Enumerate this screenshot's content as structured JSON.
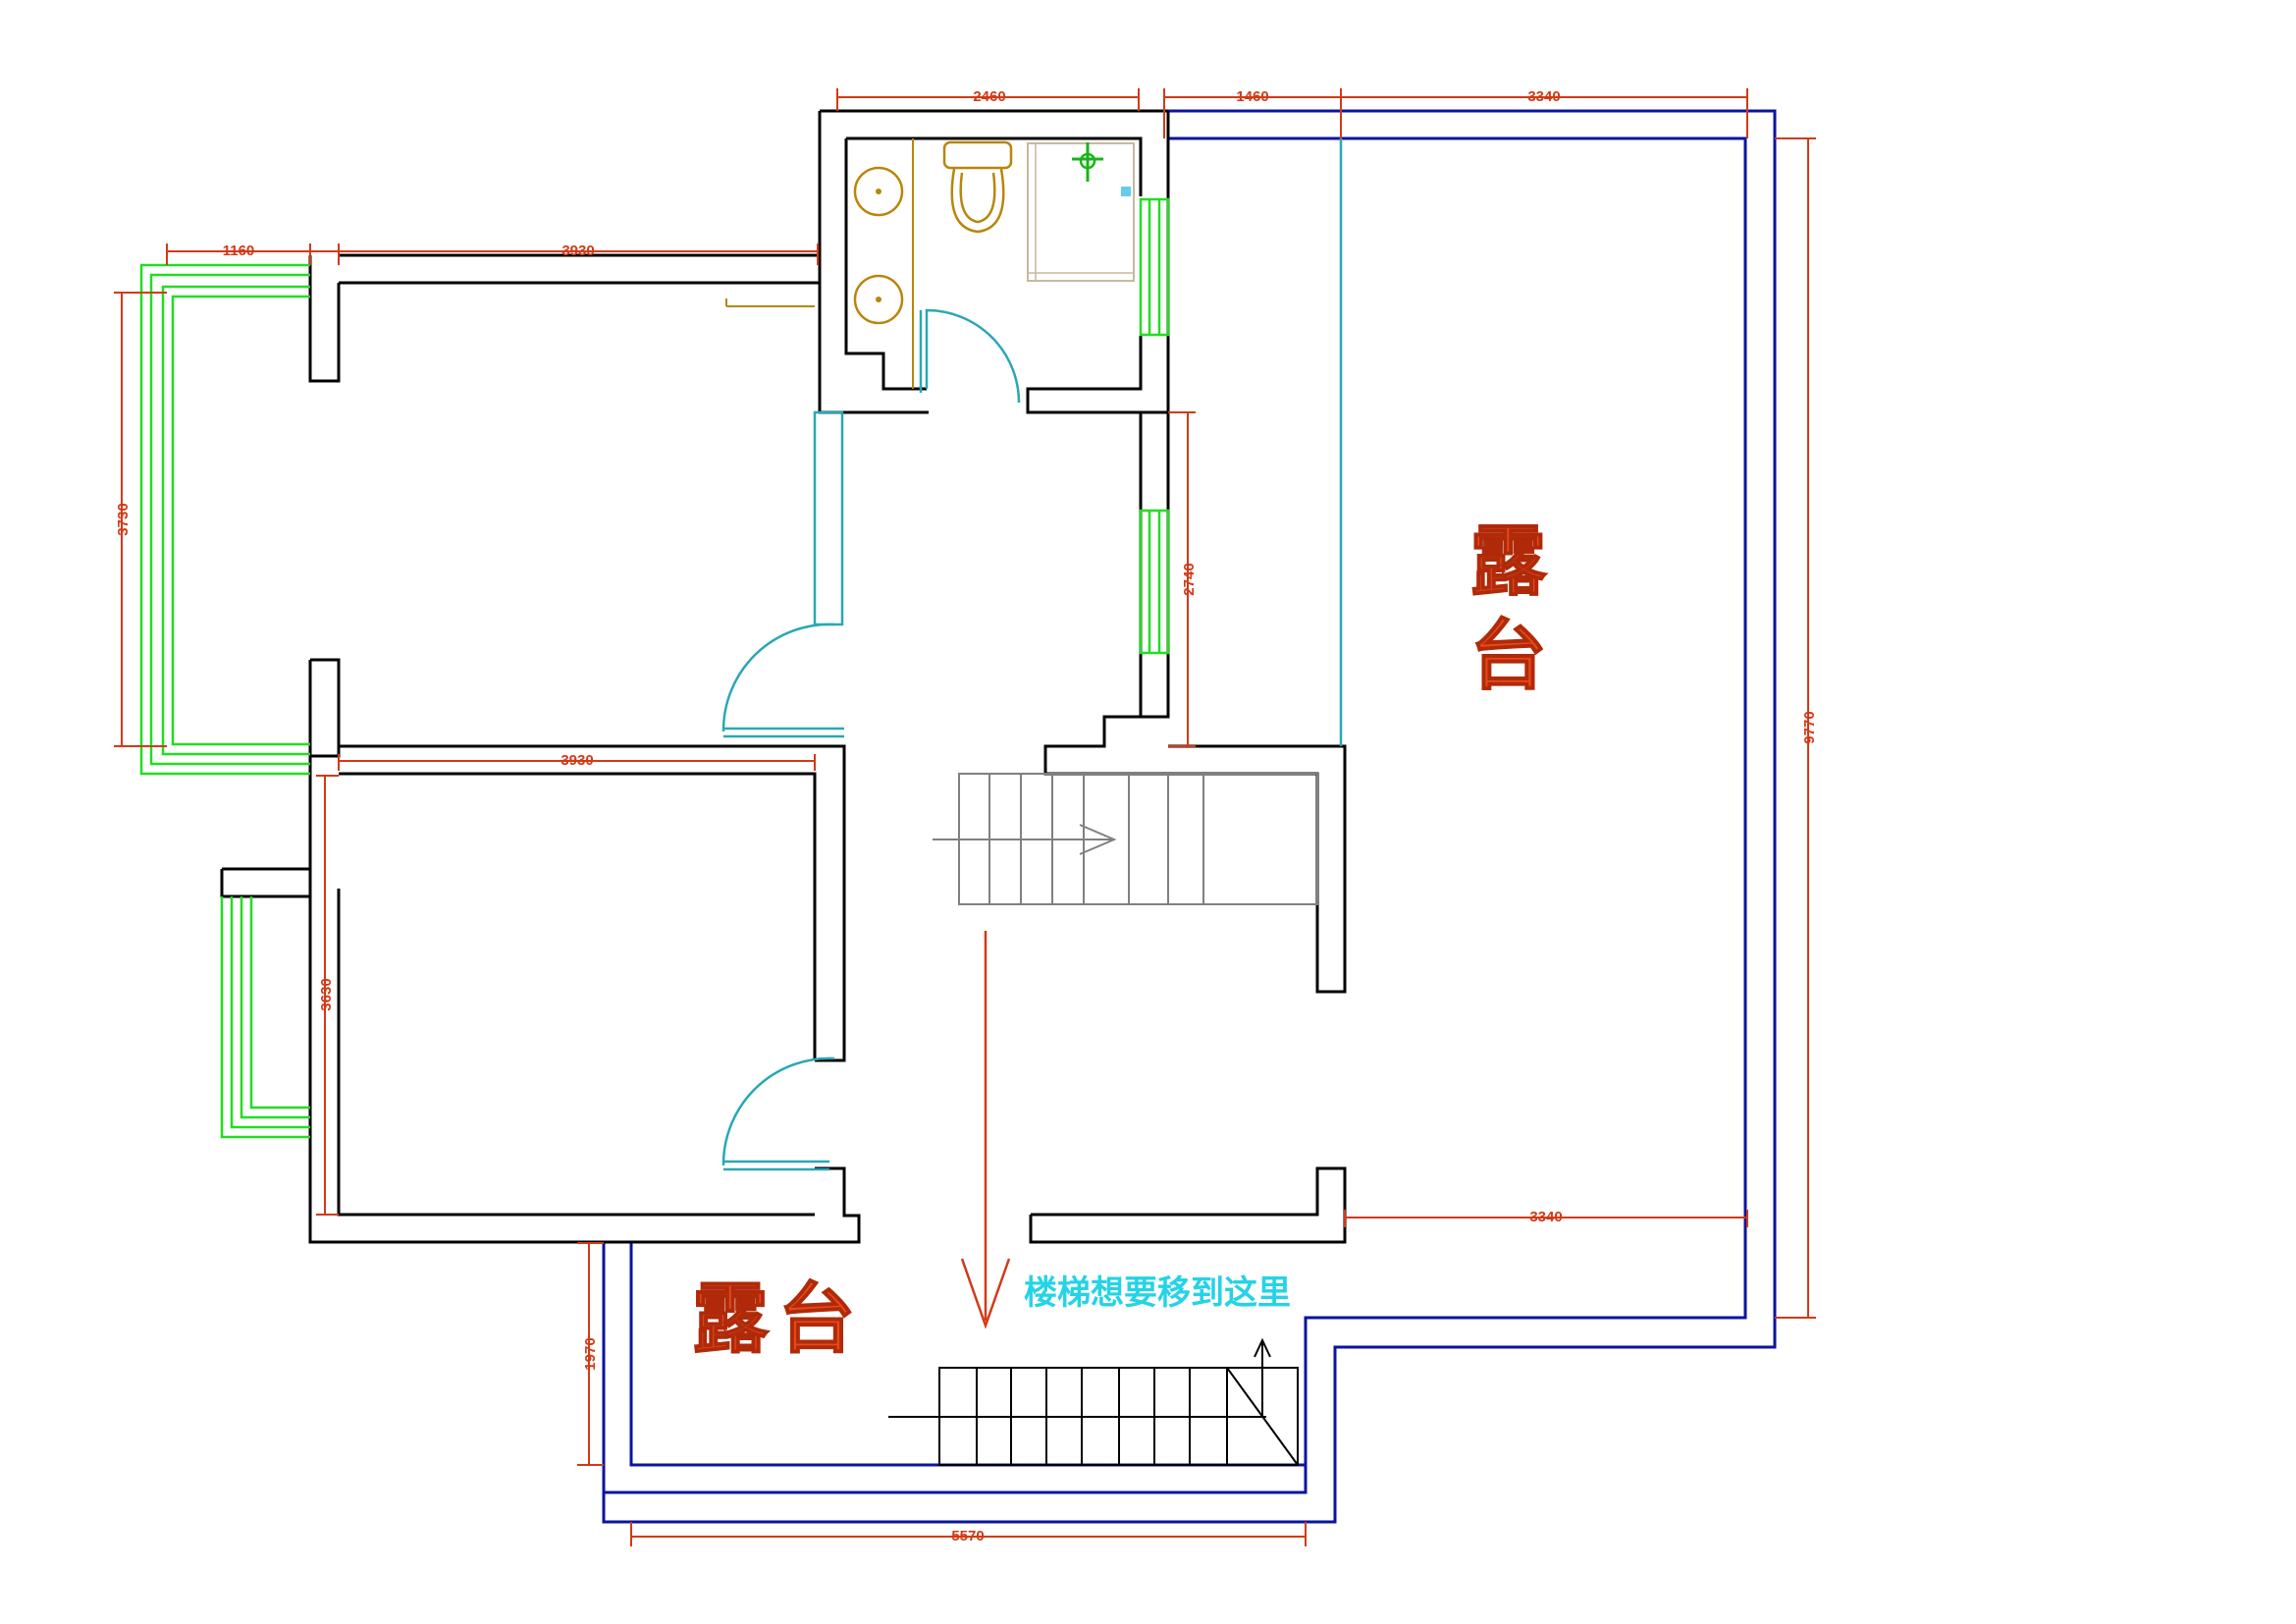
{
  "drawing": {
    "terrace_label_right": "露台",
    "terrace_label_bottom": "露台",
    "stair_note": "楼梯想要移到这里"
  },
  "dimensions": {
    "top_bathroom": "2460",
    "top_mid": "1460",
    "top_right": "3340",
    "left_top_a": "1160",
    "left_top_b": "3930",
    "left_side": "3730",
    "mid_room_width": "3930",
    "right_corridor": "2740",
    "right_total": "9770",
    "lower_left_side": "3630",
    "lower_right": "3340",
    "bottom_left_side": "1970",
    "bottom_width": "5570"
  },
  "colors": {
    "wall": "#000000",
    "terrace_outline": "#0a14a0",
    "window": "#22dd22",
    "door": "#2aa7b5",
    "dimension": "#d23a16",
    "terrace_label": "#e84a1a",
    "note": "#25d3e6"
  }
}
